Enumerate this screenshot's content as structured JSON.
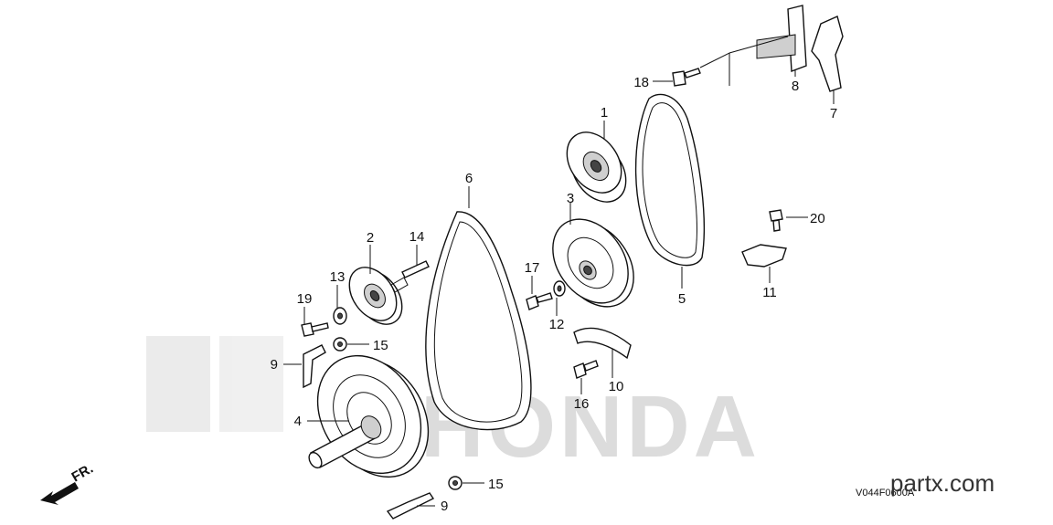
{
  "diagram": {
    "callouts": [
      {
        "id": "c1",
        "label": "1"
      },
      {
        "id": "c2",
        "label": "2"
      },
      {
        "id": "c3",
        "label": "3"
      },
      {
        "id": "c4",
        "label": "4"
      },
      {
        "id": "c5",
        "label": "5"
      },
      {
        "id": "c6",
        "label": "6"
      },
      {
        "id": "c7",
        "label": "7"
      },
      {
        "id": "c8",
        "label": "8"
      },
      {
        "id": "c9a",
        "label": "9"
      },
      {
        "id": "c9b",
        "label": "9"
      },
      {
        "id": "c10",
        "label": "10"
      },
      {
        "id": "c11",
        "label": "11"
      },
      {
        "id": "c12",
        "label": "12"
      },
      {
        "id": "c13",
        "label": "13"
      },
      {
        "id": "c14",
        "label": "14"
      },
      {
        "id": "c15a",
        "label": "15"
      },
      {
        "id": "c15b",
        "label": "15"
      },
      {
        "id": "c16",
        "label": "16"
      },
      {
        "id": "c17",
        "label": "17"
      },
      {
        "id": "c18",
        "label": "18"
      },
      {
        "id": "c19",
        "label": "19"
      },
      {
        "id": "c20",
        "label": "20"
      }
    ],
    "direction_label": "FR.",
    "diagram_code": "V044F0600A",
    "watermark_text": "HONDA",
    "site_label": "partx.com"
  }
}
